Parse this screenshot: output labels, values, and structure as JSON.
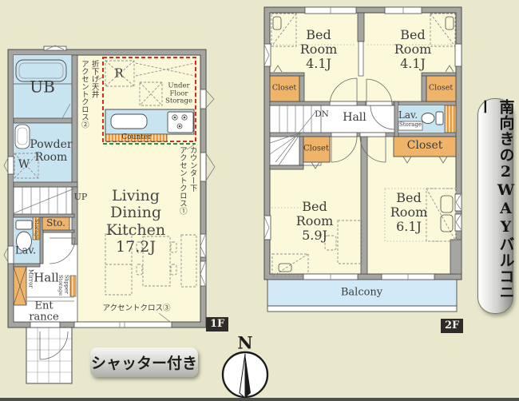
{
  "floor1": {
    "badge": "1F",
    "ub": "UB",
    "powder_room": "Powder\nRoom",
    "washer": "W",
    "fridge": "R",
    "under_floor_storage": "Under\nFloor\nStorage",
    "counter": "Counter",
    "ldk": "Living\nDining\nKitchen\n17.2J",
    "up": "UP",
    "lav": "Lav.",
    "lav_storage": "Storage",
    "sto": "Sto.",
    "hall": "Hall",
    "mirror": "Mirror",
    "slipper_storage": "Slipper\nStorage",
    "entrance": "Ent\nrance",
    "accent_cloth_ceiling": "折下げ天井\nアクセントクロス②",
    "accent_cloth_counter": "カウンター下\nアクセントクロス①",
    "accent_cloth_3": "アクセントクロス③"
  },
  "floor2": {
    "badge": "2F",
    "bedroom1": "Bed\nRoom\n4.1J",
    "bedroom2": "Bed\nRoom\n4.1J",
    "bedroom3": "Bed\nRoom\n5.9J",
    "bedroom4": "Bed\nRoom\n6.1J",
    "closet1": "Closet",
    "closet2": "Closet",
    "closet3": "Closet",
    "closet4": "Closet",
    "dn": "DN",
    "hall": "Hall",
    "lav": "Lav.",
    "lav_storage": "Storage",
    "balcony": "Balcony"
  },
  "annotations": {
    "shutter": "シャッター付き",
    "banner": "南向きの2WAYバルコニー",
    "compass_north": "N"
  },
  "colors": {
    "background": "#e9e7cc",
    "room": "#fcf9da",
    "water": "#c8e4f1",
    "balcony": "#d2eaf7",
    "closet": "#efb469",
    "wall": "#a5a5a1",
    "accent_red_dash": "#e02424",
    "accent_green_dash": "#28913d",
    "accent_cyan_dash": "#41c6ee"
  }
}
